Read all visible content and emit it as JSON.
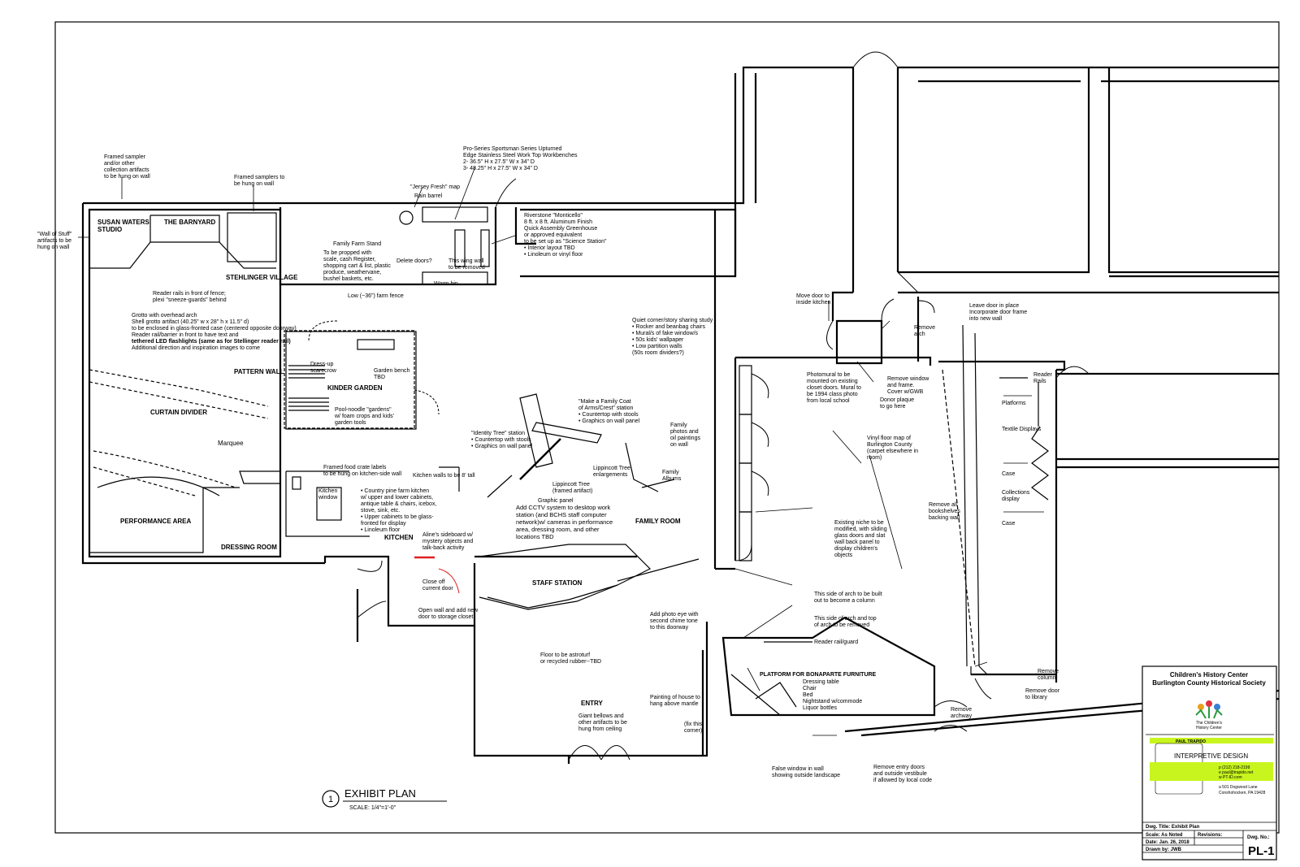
{
  "colors": {
    "line": "#000000",
    "accent_green": "#c8f51e",
    "accent_blue": "#3a7fd5",
    "door_red": "#e02020"
  },
  "rooms": {
    "susan_waters": [
      "SUSAN WATERS",
      "STUDIO"
    ],
    "barnyard": "THE BARNYARD",
    "stehlinger": "STEHLINGER VILLAGE",
    "pattern_wall": "PATTERN WALL",
    "curtain_divider": "CURTAIN DIVIDER",
    "marquee": "Marquee",
    "performance_area": "PERFORMANCE AREA",
    "dressing_room": "DRESSING ROOM",
    "kinder_garden": "KINDER GARDEN",
    "kitchen": "KITCHEN",
    "family_room": "FAMILY ROOM",
    "staff_station": "STAFF STATION",
    "entry": "ENTRY"
  },
  "notes": {
    "framed_sampler_tl": [
      "Framed sampler",
      "and/or other",
      "collection artifacts",
      "to be hung on wall"
    ],
    "framed_samplers": [
      "Framed samplers to",
      "be hung on wall"
    ],
    "wall_of_stuff": [
      "\"Wall of Stuff\"",
      "artifacts to be",
      "hung on wall"
    ],
    "pro_series": [
      "Pro-Series Sportsman Series Upturned",
      "Edge Stainless Steel Work Top Workbenches",
      "2- 36.5\" H x 27.5\" W x 34\" D",
      "3- 48.25\" H x 27.5\" W x 34\" D"
    ],
    "jersey_fresh": "\"Jersey Fresh\" map",
    "rain_barrel": "Rain barrel",
    "riverstone": [
      "Riverstone \"Monticello\"",
      "8 ft. x 8 ft. Aluminum Finish",
      "Quick Assembly Greenhouse",
      "or approved equivalent",
      "to be set up as \"Science Station\"",
      "• Interior layout TBD",
      "• Linoleum or vinyl floor"
    ],
    "family_farm_stand": [
      "Family Farm Stand",
      "To be propped with",
      "scale, cash Register,",
      "shopping cart & list, plastic",
      "produce, weathervane,",
      "bushel baskets, etc."
    ],
    "delete_doors": "Delete doors?",
    "wing_wall": [
      "This wing wall",
      "to be removed"
    ],
    "worm_bin": "Worm bin",
    "reader_rails": [
      "Reader rails in front of fence;",
      "plexi \"sneeze-guards\" behind"
    ],
    "farm_fence": "Low (~36\") farm fence",
    "grotto": [
      "Grotto with overhead arch",
      "Shell grotto artifact (40.25\" w x 28\" h x 11.5\" d)",
      "to be enclosed in glass-fronted case (centered opposite doorway)",
      "Reader rail/barrier in front to have text and",
      "tethered LED flashlights (same as for Stellinger reader rail)",
      "Additional direction and inspiration images to come"
    ],
    "quiet_corner": [
      "Quiet corner/story sharing study",
      "• Rocker and beanbag chairs",
      "• Mural/s of fake window/s",
      "• 50s kids' wallpaper",
      "• Low partition walls",
      "(50s room dividers?)"
    ],
    "dress_up": [
      "Dress-up",
      "scarecrow"
    ],
    "garden_bench": [
      "Garden bench",
      "TBD"
    ],
    "pool_noodle": [
      "Pool-noodle \"gardens\"",
      "w/ foam crops and kids'",
      "garden tools"
    ],
    "coat_of_arms": [
      "\"Make a Family Coat",
      "of Arms/Crest\" station",
      "• Countertop with stools",
      "• Graphics on wall panel"
    ],
    "identity_tree": [
      "\"Identity Tree\" station",
      "• Countertop with stools",
      "• Graphics on wall panel"
    ],
    "lippincott_enl": [
      "Lippincott Tree",
      "enlargements"
    ],
    "lippincott_framed": [
      "Lippincott Tree",
      "(framed artifact)"
    ],
    "graphic_panel": "Graphic panel",
    "family_photos": [
      "Family",
      "photos and",
      "oil paintings",
      "on wall"
    ],
    "family_albums": [
      "Family",
      "Albums"
    ],
    "framed_food": [
      "Framed food crate labels",
      "to be hung on kitchen-side wall"
    ],
    "kitchen_walls": "Kitchen walls to be 8' tall",
    "kitchen_window": [
      "Kitchen",
      "window"
    ],
    "pine_kitchen": [
      "• Country pine farm kitchen",
      "w/ upper and lower cabinets,",
      "antique table & chairs, icebox,",
      "stove, sink, etc.",
      "• Upper cabinets to be glass-",
      "fronted for display",
      "• Linoleum floor"
    ],
    "alines": [
      "Aline's sideboard w/",
      "mystery objects and",
      "talk-back activity"
    ],
    "cctv": [
      "Add CCTV system to desktop work",
      "station (and BCHS staff computer",
      "network)w/ cameras in performance",
      "area, dressing room, and other",
      "locations TBD"
    ],
    "close_off": [
      "Close off",
      "current door"
    ],
    "open_wall": [
      "Open wall and add new",
      "door to storage closet"
    ],
    "photo_eye": [
      "Add photo eye with",
      "second chime tone",
      "to this doorway"
    ],
    "floor_astro": [
      "Floor to be astroturf",
      "or recycled rubber--TBD"
    ],
    "giant_bellows": [
      "Giant bellows and",
      "other artifacts to be",
      "hung from ceiling"
    ],
    "painting_house": [
      "Painting of house to",
      "hang above mantle"
    ],
    "fix_corner": [
      "(fix this",
      "corner)"
    ],
    "move_door": [
      "Move door to",
      "inside kitchen"
    ],
    "remove_arch": [
      "Remove",
      "arch"
    ],
    "leave_door": [
      "Leave door in place",
      "Incorporate door frame",
      "into new wall"
    ],
    "photomural": [
      "Photomural to be",
      "mounted on existing",
      "closet doors. Mural to",
      "be 1994 class photo",
      "from local school"
    ],
    "remove_window": [
      "Remove window",
      "and frame.",
      "Cover w/GWB"
    ],
    "donor_plaque": [
      "Donor plaque",
      "to go here"
    ],
    "vinyl_floor": [
      "Vinyl floor map of",
      "Burlington County",
      "(carpet elsewhere in",
      "room)"
    ],
    "remove_bookshelves": [
      "Remove all",
      "bookshelves",
      "backing wall"
    ],
    "reader_rails_r": [
      "Reader",
      "Rails"
    ],
    "platforms": "Platforms",
    "textile": "Textile Displays",
    "case1": "Case",
    "collections": [
      "Collections",
      "display"
    ],
    "case2": "Case",
    "existing_niche": [
      "Existing niche to be",
      "modified, with sliding",
      "glass doors and slat",
      "wall back panel to",
      "display children's",
      "objects"
    ],
    "arch_column": [
      "This side of arch to be built",
      "out to become a column"
    ],
    "arch_top": [
      "This side of arch and top",
      "of arch to be removed"
    ],
    "reader_rail_guard": "Reader rail/guard",
    "bonaparte": [
      "PLATFORM FOR BONAPARTE FURNITURE",
      "Dressing table",
      "Chair",
      "Bed",
      "Nightstand w/commode",
      "Liquor bottles"
    ],
    "remove_column": [
      "Remove",
      "column"
    ],
    "remove_door_lib": [
      "Remove door",
      "to library"
    ],
    "remove_archway": [
      "Remove",
      "archway"
    ],
    "false_window": [
      "False window in wall",
      "showing outside landscape"
    ],
    "remove_entry": [
      "Remove entry doors",
      "and outside vestibule",
      "if allowed by local code"
    ]
  },
  "plan_title": {
    "number": "1",
    "title": "EXHIBIT PLAN",
    "scale": "SCALE: 1/4\"=1'-0\""
  },
  "title_block": {
    "org_line1": "Children's History Center",
    "org_line2": "Burlington County Historical Society",
    "logo_text": [
      "The Children's",
      "History Center"
    ],
    "designer_name": "PAUL TRAPIDO",
    "designer_title": "INTERPRETIVE DESIGN",
    "contacts": [
      "p (212) 218-2199",
      "e paul@trapido.net",
      "w PT-ID.com"
    ],
    "address": [
      "a 501 Dogwood Lane",
      "Conshohocken, PA 19428"
    ],
    "dwg_title": "Dwg. Title: Exhibit Plan",
    "scale": "Scale: As Noted",
    "revisions": "Revisions:",
    "date": "Date: Jan. 26, 2018",
    "drawn_by": "Drawn by: JWB",
    "dwg_no_label": "Dwg. No.:",
    "dwg_no": "PL-1"
  }
}
